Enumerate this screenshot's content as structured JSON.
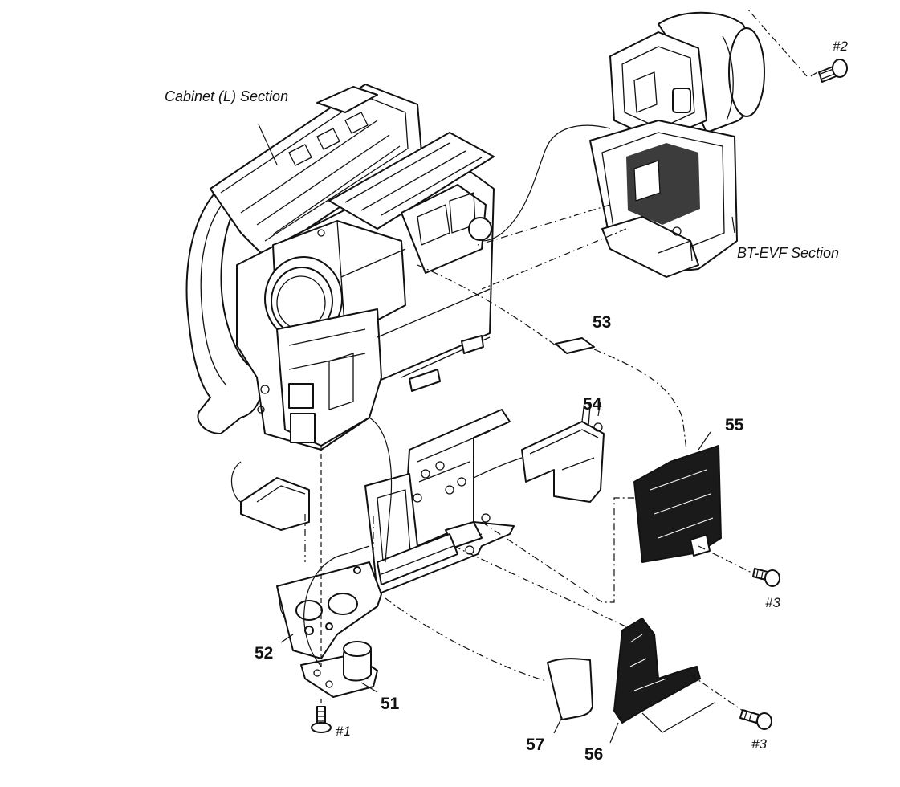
{
  "section_labels": {
    "cabinet": "Cabinet (L) Section",
    "evf": "BT-EVF Section"
  },
  "part_numbers": {
    "p51": "51",
    "p52": "52",
    "p53": "53",
    "p54": "54",
    "p55": "55",
    "p56": "56",
    "p57": "57"
  },
  "screw_labels": {
    "s1": "#1",
    "s2": "#2",
    "s3a": "#3",
    "s3b": "#3"
  }
}
